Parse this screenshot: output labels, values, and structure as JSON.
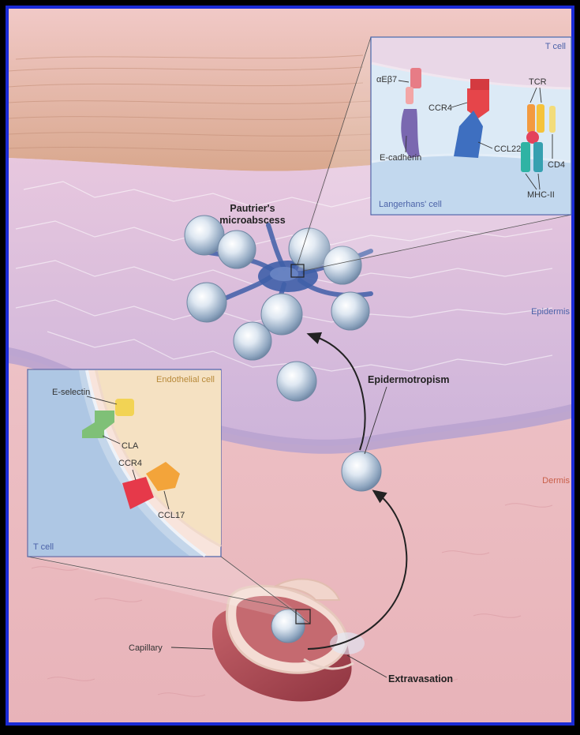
{
  "labels": {
    "pautrier_line1": "Pautrier's",
    "pautrier_line2": "microabscess",
    "epidermis": "Epidermis",
    "dermis": "Dermis",
    "epidermotropism": "Epidermotropism",
    "capillary": "Capillary",
    "extravasation": "Extravasation"
  },
  "inset_top": {
    "t_cell": "T cell",
    "langerhans_cell": "Langerhans' cell",
    "integrin": "αEβ7",
    "e_cadherin": "E-cadherin",
    "ccr4": "CCR4",
    "ccl22": "CCL22",
    "tcr": "TCR",
    "cd4": "CD4",
    "mhc2": "MHC-II"
  },
  "inset_left": {
    "endothelial_cell": "Endothelial cell",
    "t_cell": "T cell",
    "e_selectin": "E-selectin",
    "cla": "CLA",
    "ccr4": "CCR4",
    "ccl17": "CCL17"
  },
  "colors": {
    "frame_blue": "#1a2bd6",
    "skin_pink": "#eab9c0",
    "epidermis_purple": "#d9c1de",
    "stratum_tan": "#e2bda8",
    "langerhans_blue": "#3f5fa8",
    "capillary_red": "#b5505a"
  }
}
